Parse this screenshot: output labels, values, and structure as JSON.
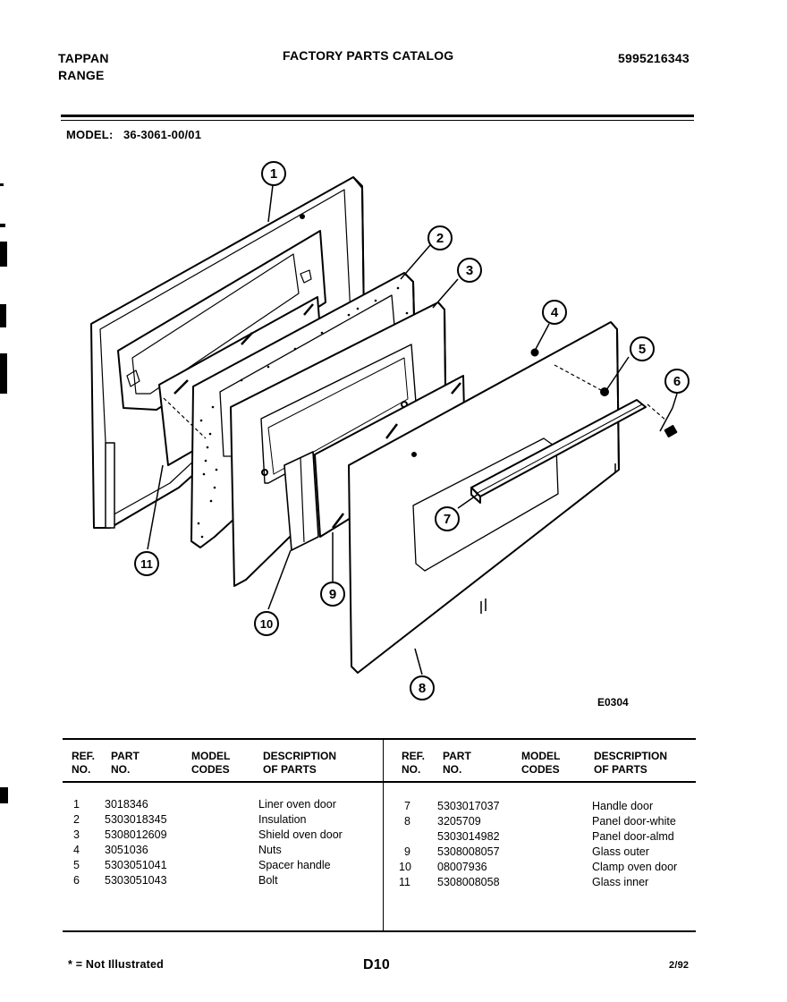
{
  "header": {
    "brand_line1": "TAPPAN",
    "brand_line2": "RANGE",
    "title": "FACTORY PARTS CATALOG",
    "catalog_number": "5995216343"
  },
  "model": {
    "label": "MODEL:",
    "value": "36-3061-00/01"
  },
  "diagram": {
    "code": "E0304",
    "callouts": [
      "1",
      "2",
      "3",
      "4",
      "5",
      "6",
      "7",
      "8",
      "9",
      "10",
      "11"
    ]
  },
  "table": {
    "headers": {
      "ref_no": "REF.\nNO.",
      "part_no": "PART\nNO.",
      "model_codes": "MODEL\nCODES",
      "description": "DESCRIPTION\nOF PARTS"
    },
    "left_rows": [
      {
        "ref": "1",
        "part": "3018346",
        "desc": "Liner oven door"
      },
      {
        "ref": "2",
        "part": "5303018345",
        "desc": "Insulation"
      },
      {
        "ref": "3",
        "part": "5308012609",
        "desc": "Shield oven door"
      },
      {
        "ref": "4",
        "part": "3051036",
        "desc": "Nuts"
      },
      {
        "ref": "5",
        "part": "5303051041",
        "desc": "Spacer handle"
      },
      {
        "ref": "6",
        "part": "5303051043",
        "desc": "Bolt"
      }
    ],
    "right_rows": [
      {
        "ref": "7",
        "part": "5303017037",
        "desc": "Handle door"
      },
      {
        "ref": "8",
        "part": "3205709",
        "desc": "Panel door-white"
      },
      {
        "ref": "",
        "part": "5303014982",
        "desc": "Panel door-almd"
      },
      {
        "ref": "9",
        "part": "5308008057",
        "desc": "Glass outer"
      },
      {
        "ref": "10",
        "part": "08007936",
        "desc": "Clamp oven door"
      },
      {
        "ref": "11",
        "part": "5308008058",
        "desc": "Glass inner"
      }
    ]
  },
  "footer": {
    "note": "* = Not Illustrated",
    "page_code": "D10",
    "date": "2/92"
  }
}
